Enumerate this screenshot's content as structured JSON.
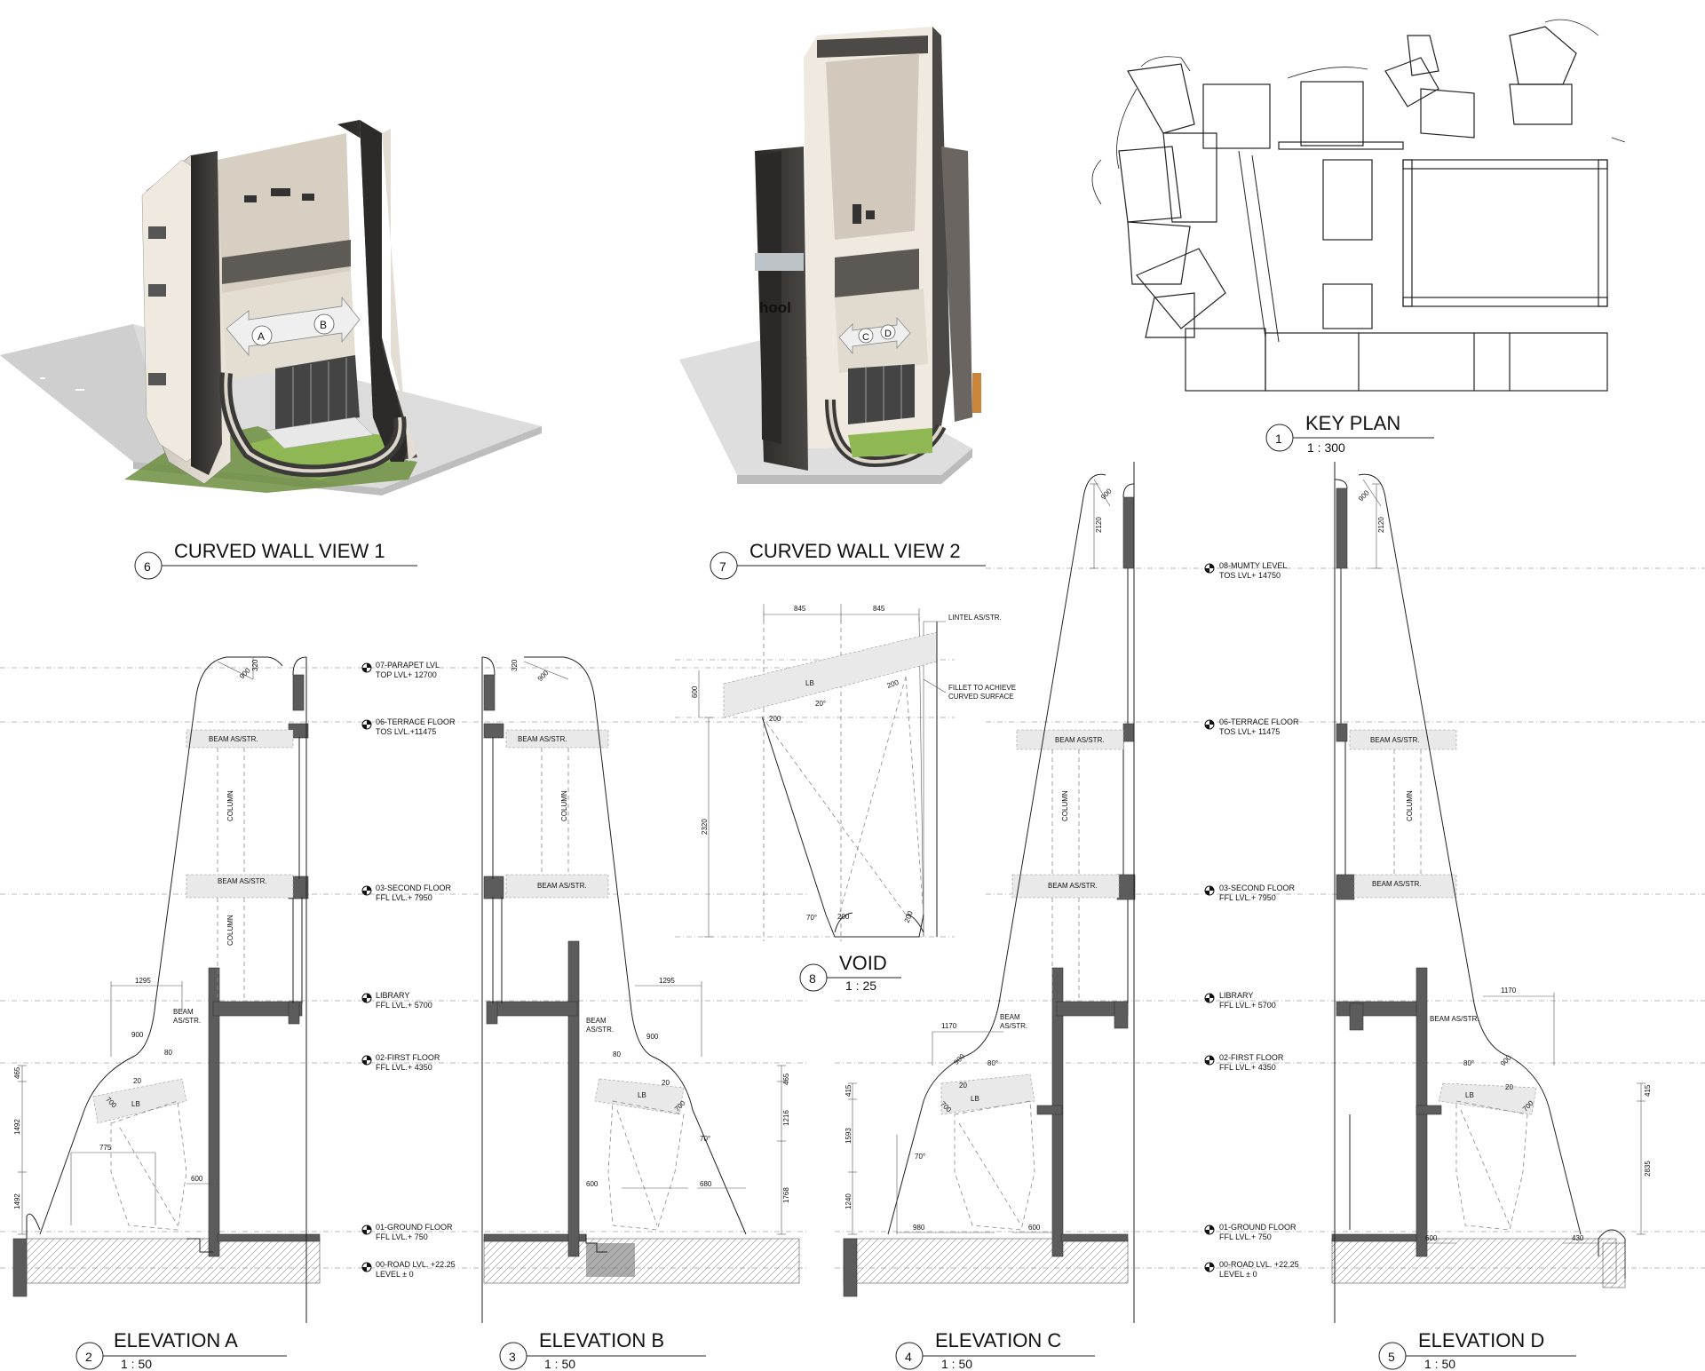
{
  "views": {
    "key_plan": {
      "number": "1",
      "title": "KEY PLAN",
      "scale": "1 : 300"
    },
    "elev_a": {
      "number": "2",
      "title": "ELEVATION A",
      "scale": "1 : 50"
    },
    "elev_b": {
      "number": "3",
      "title": "ELEVATION  B",
      "scale": "1 : 50"
    },
    "elev_c": {
      "number": "4",
      "title": "ELEVATION C",
      "scale": "1 : 50"
    },
    "elev_d": {
      "number": "5",
      "title": "ELEVATION D",
      "scale": "1 : 50"
    },
    "curved_1": {
      "number": "6",
      "title": "CURVED WALL VIEW 1"
    },
    "curved_2": {
      "number": "7",
      "title": "CURVED WALL VIEW 2"
    },
    "void": {
      "number": "8",
      "title": "VOID",
      "scale": "1 : 25"
    }
  },
  "levels_left": {
    "parapet": {
      "name": "07-PARAPET LVL",
      "value": "TOP LVL+ 12700"
    },
    "terrace": {
      "name": "06-TERRACE FLOOR",
      "value": "TOS LVL.+11475"
    },
    "second": {
      "name": "03-SECOND FLOOR",
      "value": "FFL LVL.+ 7950"
    },
    "library": {
      "name": "LIBRARY",
      "value": "FFL LVL.+ 5700"
    },
    "first": {
      "name": "02-FIRST FLOOR",
      "value": "FFL LVL.+ 4350"
    },
    "ground": {
      "name": "01-GROUND FLOOR",
      "value": "FFL LVL.+ 750"
    },
    "road": {
      "name": "00-ROAD LVL. +22.25",
      "value": "LEVEL ±    0"
    }
  },
  "levels_right": {
    "mumty": {
      "name": "08-MUMTY LEVEL",
      "value": "TOS LVL+ 14750"
    },
    "terrace": {
      "name": "06-TERRACE FLOOR",
      "value": "TOS LVL+ 11475"
    },
    "second": {
      "name": "03-SECOND FLOOR",
      "value": "FFL LVL.+ 7950"
    },
    "library": {
      "name": "LIBRARY",
      "value": "FFL LVL.+ 5700"
    },
    "first": {
      "name": "02-FIRST FLOOR",
      "value": "FFL LVL.+ 4350"
    },
    "ground": {
      "name": "01-GROUND FLOOR",
      "value": "FFL LVL.+ 750"
    },
    "road": {
      "name": "00-ROAD LVL. +22.25",
      "value": "LEVEL ±    0"
    }
  },
  "labels": {
    "beam_as_str": "BEAM AS/STR.",
    "beam": "BEAM",
    "as_str": "AS/STR.",
    "column": "COLUMN",
    "lb": "LB",
    "lintel": "LINTEL AS/STR.",
    "fillet_1": "FILLET TO ACHIEVE",
    "fillet_2": "CURVED SURFACE",
    "arrow_a": "A",
    "arrow_b": "B",
    "arrow_c": "C",
    "arrow_d": "D",
    "school": "hool"
  },
  "dims": {
    "a": [
      "320",
      "900",
      "1295",
      "900",
      "80",
      "20",
      "700",
      "775",
      "600",
      "465",
      "1492",
      "1492"
    ],
    "b": [
      "320",
      "900",
      "1295",
      "900",
      "80",
      "20",
      "700",
      "465",
      "1216",
      "70°",
      "1768",
      "600",
      "680"
    ],
    "c": [
      "900",
      "2120",
      "1170",
      "900",
      "80°",
      "20",
      "700",
      "415",
      "1593",
      "70°",
      "1240",
      "980",
      "600"
    ],
    "d": [
      "900",
      "2120",
      "1170",
      "80°",
      "900",
      "20",
      "700",
      "415",
      "2835",
      "600",
      "430"
    ],
    "void": [
      "845",
      "845",
      "600",
      "200",
      "20°",
      "200",
      "2320",
      "70°",
      "200",
      "200"
    ]
  },
  "colors": {
    "line": "#222222",
    "wall": "#5c5c5c",
    "render_dark": "#3a3836",
    "render_light": "#d8d0c4",
    "grass": "#8fb854"
  }
}
